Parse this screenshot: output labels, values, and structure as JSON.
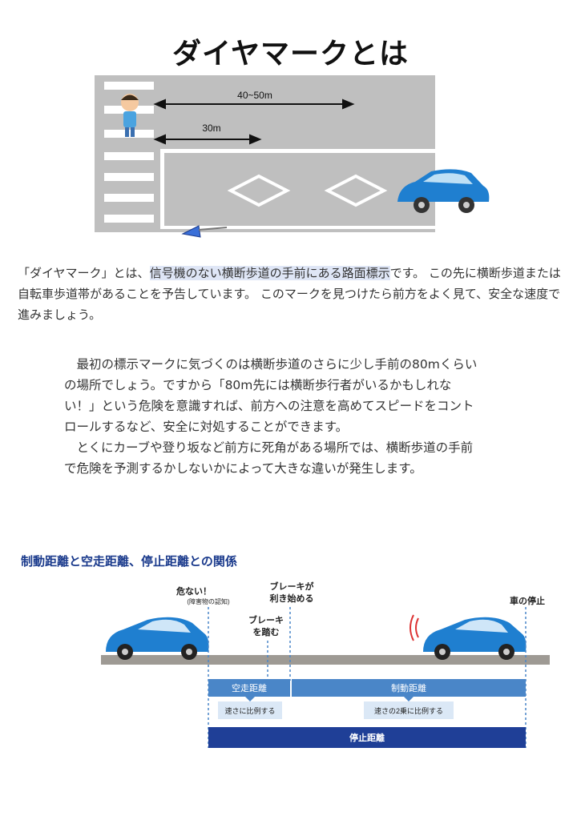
{
  "title": "ダイヤマークとは",
  "scene": {
    "distance_long": "40~50m",
    "distance_short": "30m"
  },
  "intro": {
    "part1": "「ダイヤマーク」とは、",
    "highlight": "信号機のない横断歩道の手前にある路面標示",
    "part2": "です。 この先に横断歩道または自転車歩道帯があることを予告しています。 このマークを見つけたら前方をよく見て、安全な速度で進みましょう。"
  },
  "body": {
    "paragraph1": "最初の標示マークに気づくのは横断歩道のさらに少し手前の80mくらいの場所でしょう。ですから「80m先には横断歩行者がいるかもしれない！」という危険を意識すれば、前方への注意を高めてスピードをコントロールするなど、安全に対処することができます。",
    "paragraph2": "とくにカーブや登り坂など前方に死角がある場所では、横断歩道の手前で危険を予測するかしないかによって大きな違いが発生します。"
  },
  "diagram": {
    "heading": "制動距離と空走距離、停止距離との関係",
    "label_danger": "危ない！",
    "label_danger_sub": "(障害物の認知)",
    "label_brake_start_1": "ブレーキが",
    "label_brake_start_2": "利き始める",
    "label_brake_press_1": "ブレーキ",
    "label_brake_press_2": "を踏む",
    "label_stop": "車の停止",
    "free_run": "空走距離",
    "braking": "制動距離",
    "free_run_note": "速さに比例する",
    "braking_note": "速さの2乗に比例する",
    "stopping": "停止距離",
    "colors": {
      "light_bar": "#4a86c8",
      "dark_bar": "#1f3f97",
      "note_bg": "#dbe8f6",
      "car": "#1f7fd0"
    }
  }
}
